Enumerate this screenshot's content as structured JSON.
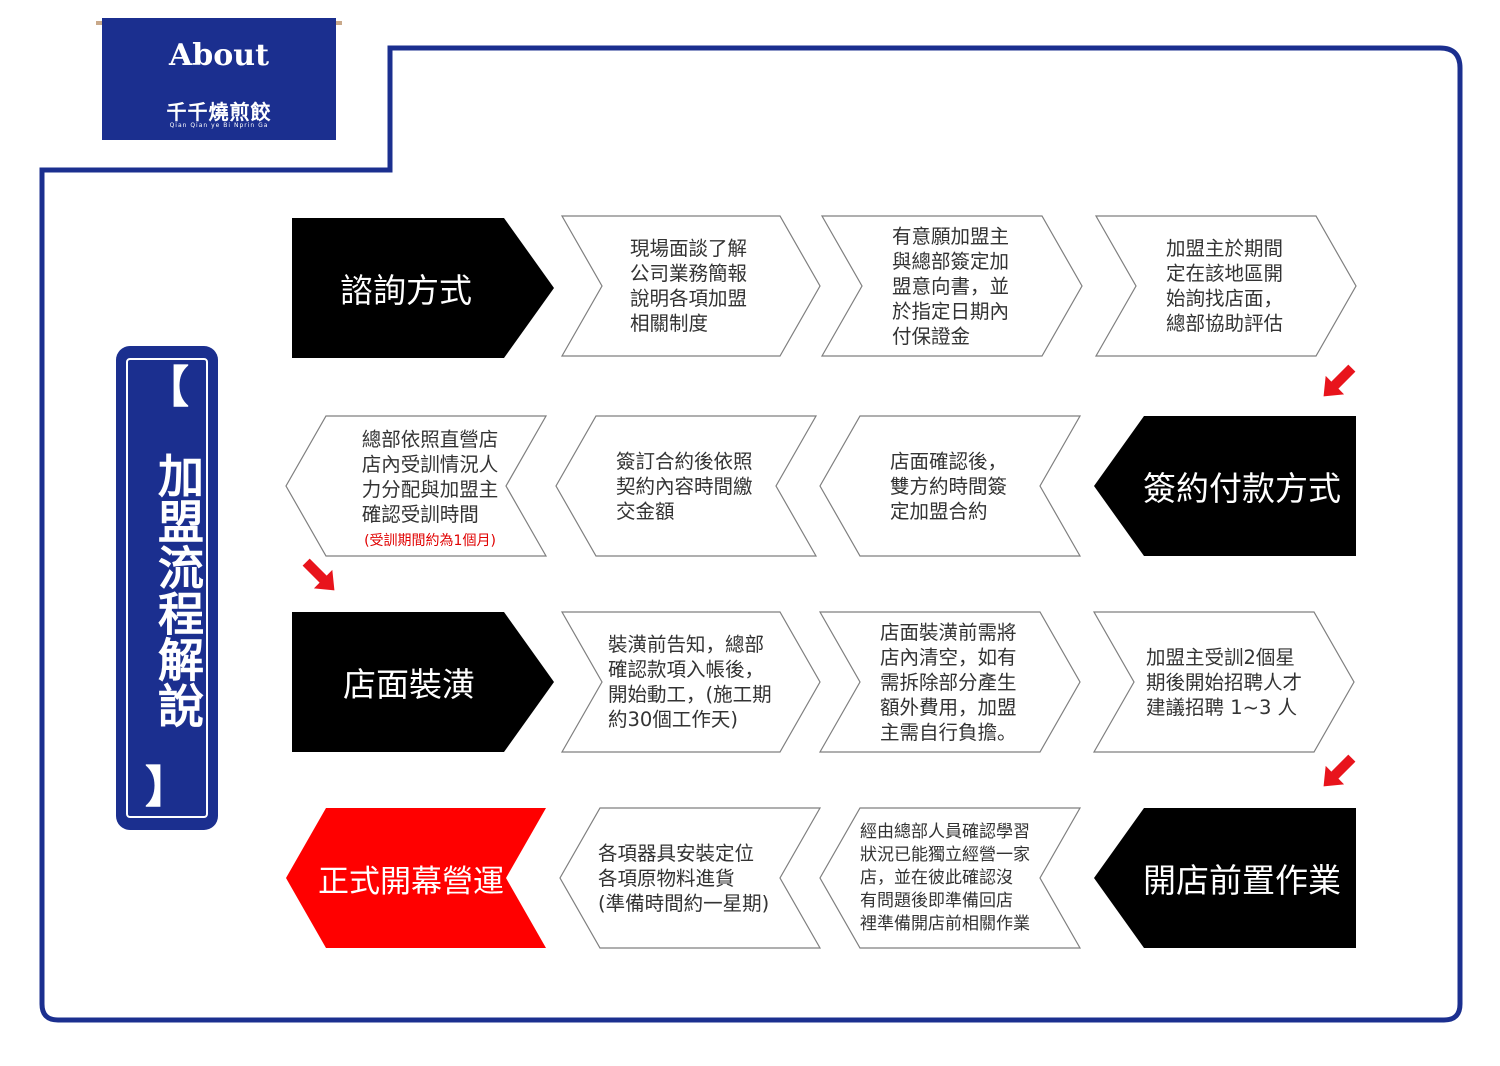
{
  "header": {
    "tab_title": "About",
    "logo_text": "千千燒煎餃",
    "logo_romanization": "Qian Qian ye Bi Nprin Ga"
  },
  "side_title": {
    "open_bracket": "【",
    "text": "加盟流程解說",
    "close_bracket": "】"
  },
  "colors": {
    "brand_blue": "#1b2f8f",
    "step_black": "#000000",
    "final_red": "#ff0000",
    "arrow_red": "#e8141c"
  },
  "flow": {
    "row1": {
      "heading": "諮詢方式",
      "steps": [
        "現場面談了解\n公司業務簡報\n說明各項加盟\n相關制度",
        "有意願加盟主\n與總部簽定加\n盟意向書，並\n於指定日期內\n付保證金",
        "加盟主於期間\n定在該地區開\n始詢找店面，\n總部協助評估"
      ]
    },
    "row2": {
      "heading": "簽約付款方式",
      "steps": [
        "店面確認後，\n雙方約時間簽\n定加盟合約",
        "簽訂合約後依照\n契約內容時間繳\n交金額",
        "總部依照直營店\n店內受訓情況人\n力分配與加盟主\n確認受訓時間"
      ],
      "note": "(受訓期間約為1個月)"
    },
    "row3": {
      "heading": "店面裝潢",
      "steps": [
        "裝潢前告知，總部\n確認款項入帳後，\n開始動工，(施工期\n約30個工作天)",
        "店面裝潢前需將\n店內清空，如有\n需拆除部分產生\n額外費用，加盟\n主需自行負擔。",
        "加盟主受訓2個星\n期後開始招聘人才\n建議招聘 1~3 人"
      ]
    },
    "row4": {
      "heading": "開店前置作業",
      "steps": [
        "經由總部人員確認學習\n狀況已能獨立經營一家\n店，並在彼此確認沒\n有問題後即準備回店\n裡準備開店前相關作業",
        "各項器具安裝定位\n各項原物料進貨\n(準備時間約一星期)"
      ],
      "final": "正式開幕營運"
    }
  }
}
